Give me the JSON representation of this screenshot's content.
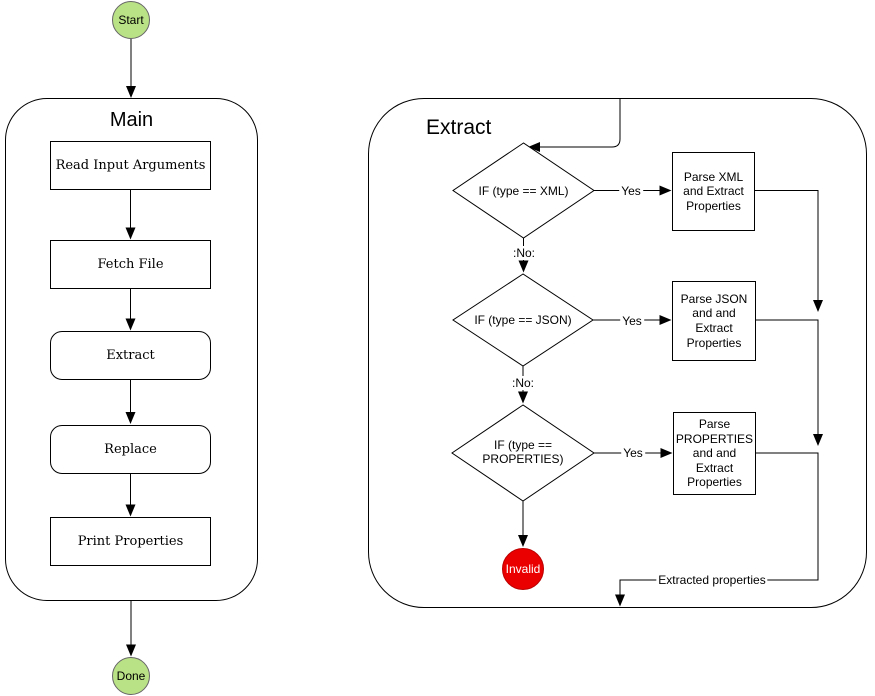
{
  "main": {
    "title": "Main",
    "steps": [
      {
        "label": "Read Input Arguments"
      },
      {
        "label": "Fetch File"
      },
      {
        "label": "Extract"
      },
      {
        "label": "Replace"
      },
      {
        "label": "Print Properties"
      }
    ]
  },
  "extract": {
    "title": "Extract",
    "decisions": [
      {
        "label": "IF (type == XML)"
      },
      {
        "label": "IF (type == JSON)"
      },
      {
        "label": "IF (type == PROPERTIES)"
      }
    ],
    "processes": [
      {
        "label": "Parse XML and Extract Properties"
      },
      {
        "label": "Parse JSON and and Extract Properties"
      },
      {
        "label": "Parse PROPERTIES and and Extract Properties"
      }
    ]
  },
  "terminals": {
    "start": "Start",
    "done": "Done",
    "invalid": "Invalid"
  },
  "edge_labels": {
    "yes": "Yes",
    "no": ":No:",
    "extracted_properties": "Extracted properties"
  },
  "colors": {
    "terminal_fill": "#b9e185",
    "invalid_fill": "#eb0000",
    "stroke": "#000000"
  }
}
